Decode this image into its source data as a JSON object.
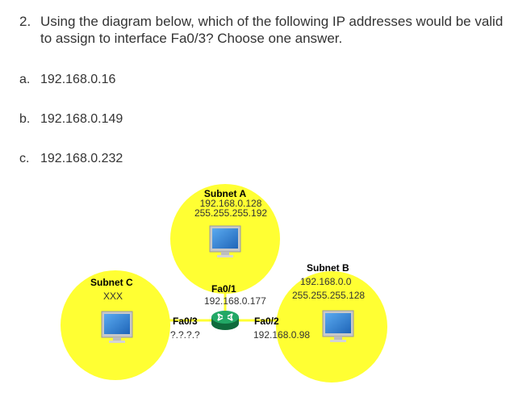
{
  "question": {
    "number": "2.",
    "text": "Using the diagram below, which of the following IP addresses would be valid to assign to interface Fa0/3? Choose one answer."
  },
  "answers": [
    {
      "letter": "a.",
      "text": "192.168.0.16"
    },
    {
      "letter": "b.",
      "text": "192.168.0.149"
    },
    {
      "letter": "c.",
      "text": "192.168.0.232"
    }
  ],
  "diagram": {
    "subnet_a": {
      "title": "Subnet A",
      "network": "192.168.0.128",
      "mask": "255.255.255.192"
    },
    "subnet_b": {
      "title": "Subnet B",
      "network": "192.168.0.0",
      "mask": "255.255.255.128"
    },
    "subnet_c": {
      "title": "Subnet C",
      "network": "XXX"
    },
    "fa01": {
      "name": "Fa0/1",
      "ip": "192.168.0.177"
    },
    "fa02": {
      "name": "Fa0/2",
      "ip": "192.168.0.98"
    },
    "fa03": {
      "name": "Fa0/3",
      "ip": "?.?.?.?"
    }
  },
  "colors": {
    "subnet_fill": "#ffff33",
    "router": "#1a9a5a",
    "monitor_screen": "#2e7fd4"
  }
}
